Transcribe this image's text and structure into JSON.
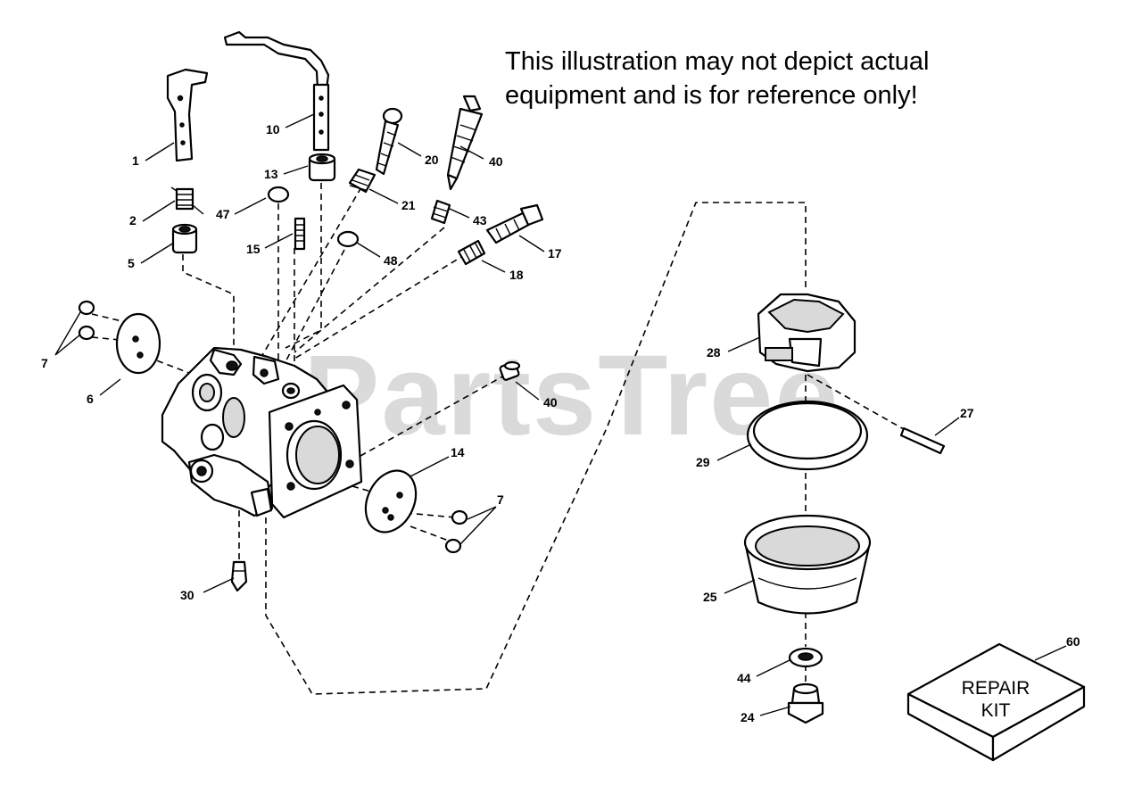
{
  "disclaimer": {
    "line1": "This illustration may not depict actual",
    "line2": "equipment and is for reference only!"
  },
  "watermark": "PartsTree",
  "repair_kit": {
    "line1": "REPAIR",
    "line2": "KIT"
  },
  "callouts": {
    "c1": "1",
    "c2": "2",
    "c5": "5",
    "c7a": "7",
    "c6": "6",
    "c10": "10",
    "c13": "13",
    "c47": "47",
    "c15": "15",
    "c20": "20",
    "c21": "21",
    "c48": "48",
    "c40a": "40",
    "c43": "43",
    "c17": "17",
    "c18": "18",
    "c40b": "40",
    "c14": "14",
    "c7b": "7",
    "c30": "30",
    "c28": "28",
    "c27": "27",
    "c29": "29",
    "c25": "25",
    "c44": "44",
    "c24": "24",
    "c60": "60"
  }
}
